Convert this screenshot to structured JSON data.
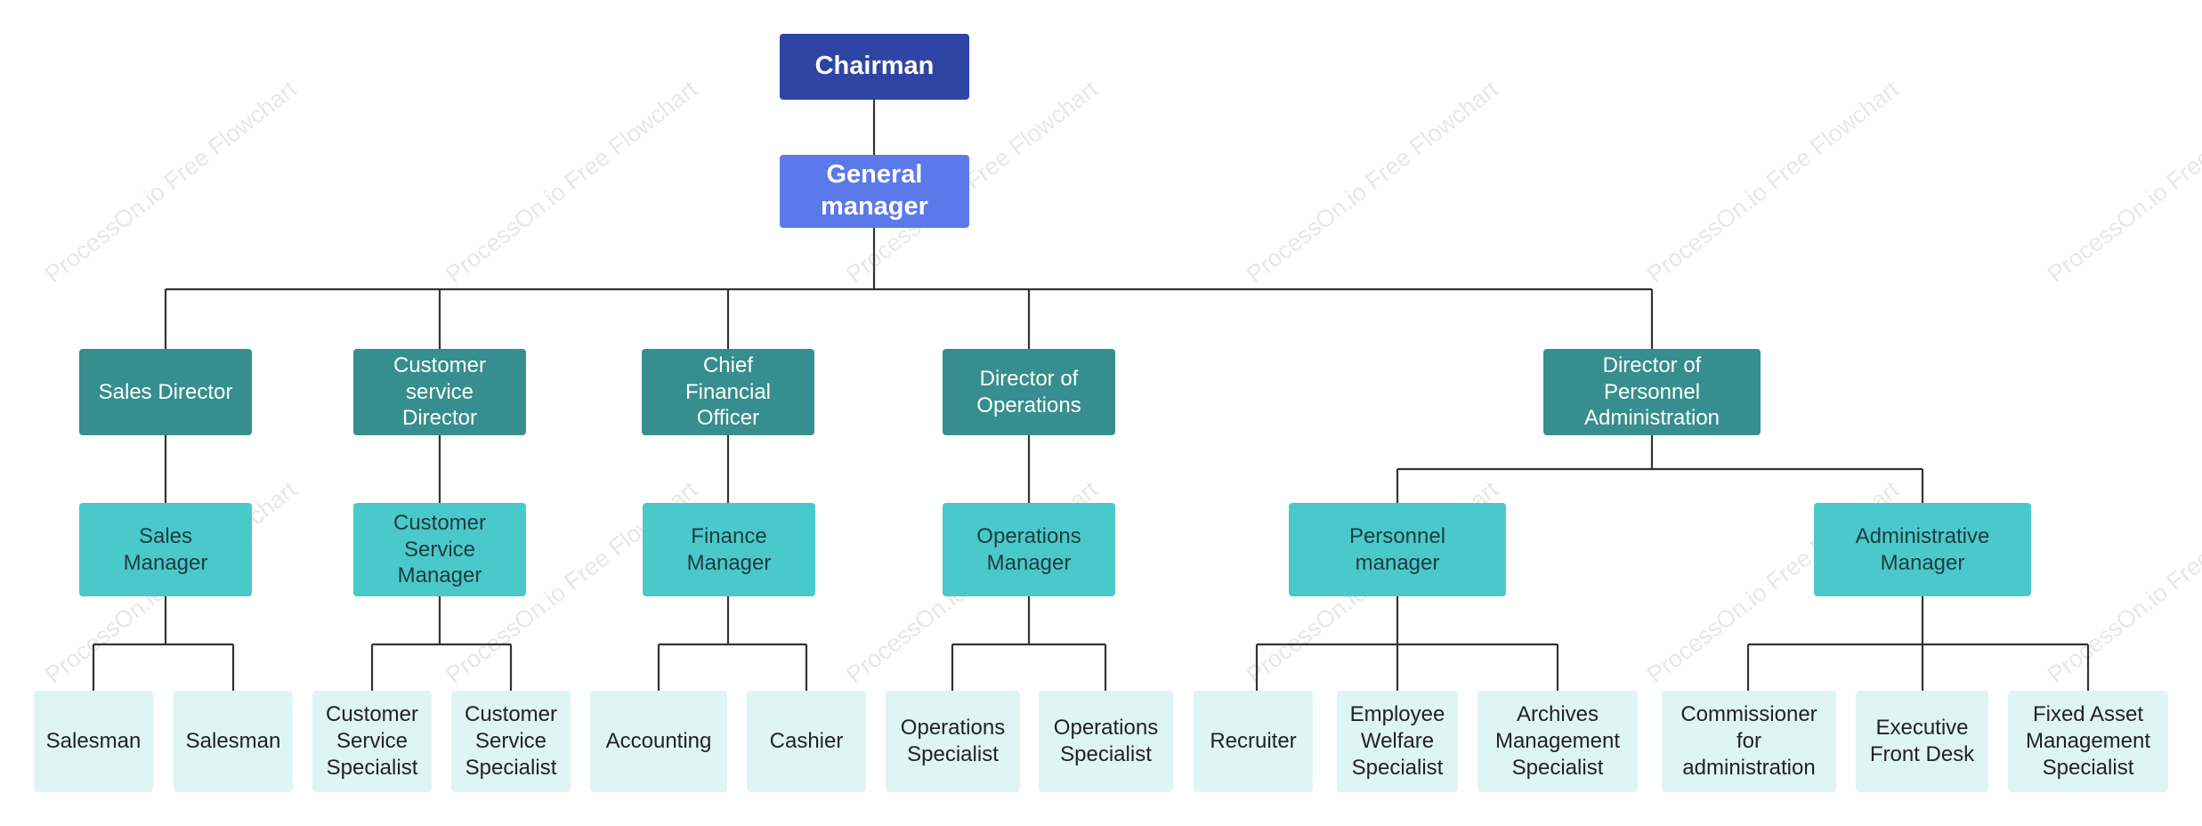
{
  "watermark": "ProcessOn.io Free Flowchart",
  "colors": {
    "chairman": "#2e45a4",
    "general_manager": "#5b79e8",
    "director": "#368e8e",
    "manager": "#4ac9cb",
    "staff": "#dff5f4",
    "connector": "#333333"
  },
  "org": {
    "chairman": "Chairman",
    "general_manager": "General\nmanager",
    "directors": [
      {
        "title": "Sales Director",
        "manager": "Sales\nManager",
        "staff": [
          "Salesman",
          "Salesman"
        ]
      },
      {
        "title": "Customer\nservice\nDirector",
        "manager": "Customer\nService\nManager",
        "staff": [
          "Customer\nService\nSpecialist",
          "Customer\nService\nSpecialist"
        ]
      },
      {
        "title": "Chief\nFinancial\nOfficer",
        "manager": "Finance\nManager",
        "staff": [
          "Accounting",
          "Cashier"
        ]
      },
      {
        "title": "Director of\nOperations",
        "manager": "Operations\nManager",
        "staff": [
          "Operations\nSpecialist",
          "Operations\nSpecialist"
        ]
      },
      {
        "title": "Director of\nPersonnel\nAdministration",
        "managers": [
          {
            "title": "Personnel\nmanager",
            "staff": [
              "Recruiter",
              "Employee\nWelfare\nSpecialist",
              "Archives\nManagement\nSpecialist"
            ]
          },
          {
            "title": "Administrative\nManager",
            "staff": [
              "Commissioner\nfor\nadministration",
              "Executive\nFront Desk",
              "Fixed Asset\nManagement\nSpecialist"
            ]
          }
        ]
      }
    ]
  }
}
